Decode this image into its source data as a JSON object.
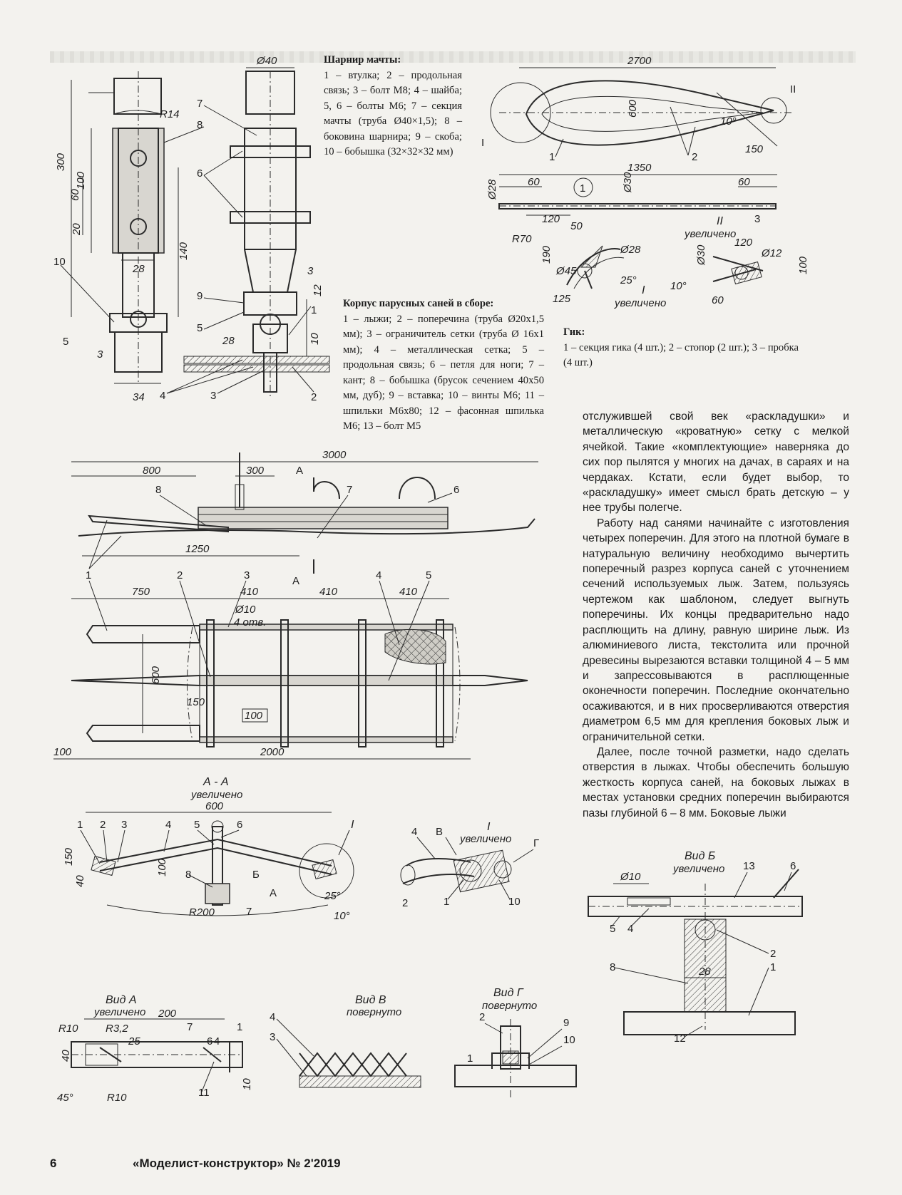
{
  "page_number": "6",
  "journal": "«Моделист-конструктор» № 2'2019",
  "captions": {
    "mast": {
      "title": "Шарнир мачты:",
      "text": "1 – втулка; 2 – продольная связь; 3 – болт М8; 4 – шайба; 5, 6 – болты М6; 7 – секция мачты (труба Ø40×1,5); 8 – боковина шарнира; 9 – скоба; 10 – бобышка (32×32×32 мм)"
    },
    "hull": {
      "title": "Корпус парусных саней в сборе:",
      "text": "1 – лыжи; 2 – поперечина (труба Ø20х1,5 мм); 3 – ограничитель сетки (труба Ø 16х1 мм); 4 – металлическая сетка; 5 – продольная связь; 6 – петля для ноги; 7 – кант; 8 – бобышка (брусок сечением 40х50 мм, дуб); 9 – вставка; 10 – винты М6; 11 – шпильки М6х80; 12 – фасонная шпилька М6; 13 – болт М5"
    },
    "boom": {
      "title": "Гик:",
      "text": "1 – секция гика (4 шт.); 2 – стопор (2 шт.); 3 – пробка (4 шт.)"
    }
  },
  "article": [
    "отслужившей свой век «раскладушки» и металлическую «кроватную» сетку с мелкой ячейкой. Такие «комплектующие» наверняка до сих пор пылятся у многих на дачах, в сараях и на чердаках. Кстати, если будет выбор, то «раскладушку» имеет смысл брать детскую – у нее трубы полегче.",
    "Работу над санями начинайте с изготовления четырех поперечин. Для этого на плотной бумаге в натуральную величину необходимо вычертить поперечный разрез корпуса саней с уточнением сечений используемых лыж. Затем, пользуясь чертежом как шаблоном, следует выгнуть поперечины. Их концы предварительно надо расплющить на длину, равную ширине лыж. Из алюминиевого листа, текстолита или прочной древесины вырезаются вставки толщиной 4 – 5 мм и запрессовываются в расплющенные оконечности поперечин. Последние окончательно осаживаются, и в них просверливаются отверстия диаметром 6,5 мм для крепления боковых лыж и ограничительной сетки.",
    "Далее, после точной разметки, надо сделать отверстия в лыжах. Чтобы обеспечить большую жесткость корпуса саней, на боковых лыжах в местах установки средних поперечин выбираются пазы глубиной 6 – 8 мм. Боковые лыжи"
  ],
  "drawing": {
    "mast_dims": [
      "Ø40",
      "R14",
      "300",
      "100",
      "60",
      "20",
      "140",
      "28",
      "34",
      "3",
      "12",
      "28",
      "10"
    ],
    "mast_parts": [
      "7",
      "8",
      "6",
      "10",
      "5",
      "3",
      "9",
      "5",
      "4",
      "3",
      "1",
      "2"
    ],
    "boom_dims": [
      "2700",
      "600",
      "10°",
      "150",
      "1350",
      "60",
      "60",
      "Ø28",
      "Ø30",
      "120",
      "R70",
      "50",
      "Ø28",
      "190",
      "Ø45",
      "25°",
      "125",
      "Ø30",
      "120",
      "Ø12",
      "100",
      "10°",
      "60"
    ],
    "boom_labels": [
      "II",
      "I",
      "1",
      "2",
      "1",
      "3",
      "II",
      "увеличено",
      "I",
      "увеличено"
    ],
    "hull_dims": [
      "3000",
      "800",
      "300",
      "А",
      "1250",
      "А",
      "750",
      "410",
      "410",
      "410",
      "Ø10",
      "4 отв.",
      "600",
      "150",
      "100",
      "100",
      "2000"
    ],
    "hull_parts": [
      "8",
      "7",
      "6",
      "1",
      "2",
      "3",
      "4",
      "5"
    ],
    "section_title": "А - А",
    "section_sub": "увеличено",
    "section_dims": [
      "600",
      "150",
      "40",
      "100",
      "R200",
      "25°",
      "10°"
    ],
    "section_parts": [
      "1",
      "2",
      "3",
      "4",
      "5",
      "6",
      "I",
      "8",
      "Б",
      "А",
      "7"
    ],
    "detail_I": {
      "title": "I",
      "sub": "увеличено",
      "parts": [
        "4",
        "В",
        "Г",
        "2",
        "1",
        "10"
      ]
    },
    "view_B_title": "Вид Б",
    "view_B_sub": "увеличено",
    "view_B_dims": [
      "Ø10",
      "28"
    ],
    "view_B_parts": [
      "13",
      "6",
      "5",
      "4",
      "8",
      "2",
      "1",
      "12"
    ],
    "view_A_title": "Вид А",
    "view_A_sub": "увеличено",
    "view_A_dims": [
      "200",
      "R10",
      "R3,2",
      "25",
      "40",
      "45°",
      "R10",
      "10"
    ],
    "view_A_parts": [
      "7",
      "6",
      "4",
      "1",
      "11"
    ],
    "view_V_title": "Вид В",
    "view_V_sub": "повернуто",
    "view_V_parts": [
      "4",
      "3"
    ],
    "view_G_title": "Вид Г",
    "view_G_sub": "повернуто",
    "view_G_parts": [
      "2",
      "9",
      "1",
      "10"
    ],
    "circled": "1"
  }
}
